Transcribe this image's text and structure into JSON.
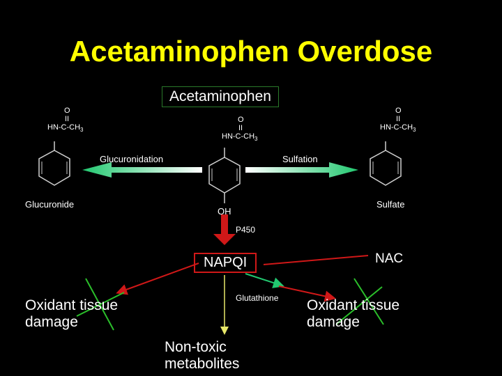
{
  "slide": {
    "title": "Acetaminophen Overdose",
    "title_color": "#ffff00",
    "acetaminophen_label": "Acetaminophen",
    "structures": {
      "left": {
        "o": "O",
        "bond": "II",
        "amide": "HN-C-CH",
        "sub": "3"
      },
      "center": {
        "o": "O",
        "bond": "II",
        "amide": "HN-C-CH",
        "sub": "3"
      },
      "right": {
        "o": "O",
        "bond": "II",
        "amide": "HN-C-CH",
        "sub": "3"
      }
    },
    "pathways": {
      "glucuronidation": "Glucuronidation",
      "sulfation": "Sulfation",
      "glucuronide": "Glucuronide",
      "sulfate": "Sulfate",
      "oh": "OH",
      "p450": "P450"
    },
    "napqi_label": "NAPQI",
    "nac_label": "NAC",
    "glutathione_label": "Glutathione",
    "left_outcome": {
      "line1": "Oxidant tissue",
      "line2": "damage"
    },
    "right_outcome": {
      "line1": "Oxidant tissue",
      "line2": "damage"
    },
    "nontoxic": {
      "line1": "Non-toxic",
      "line2": "metabolites"
    },
    "colors": {
      "arrow_green": "#22c870",
      "arrow_red": "#d01818",
      "arrow_yellow": "#e8e86a",
      "cross_green": "#2bbf2b",
      "box_border_green": "#2a7a2a"
    }
  }
}
